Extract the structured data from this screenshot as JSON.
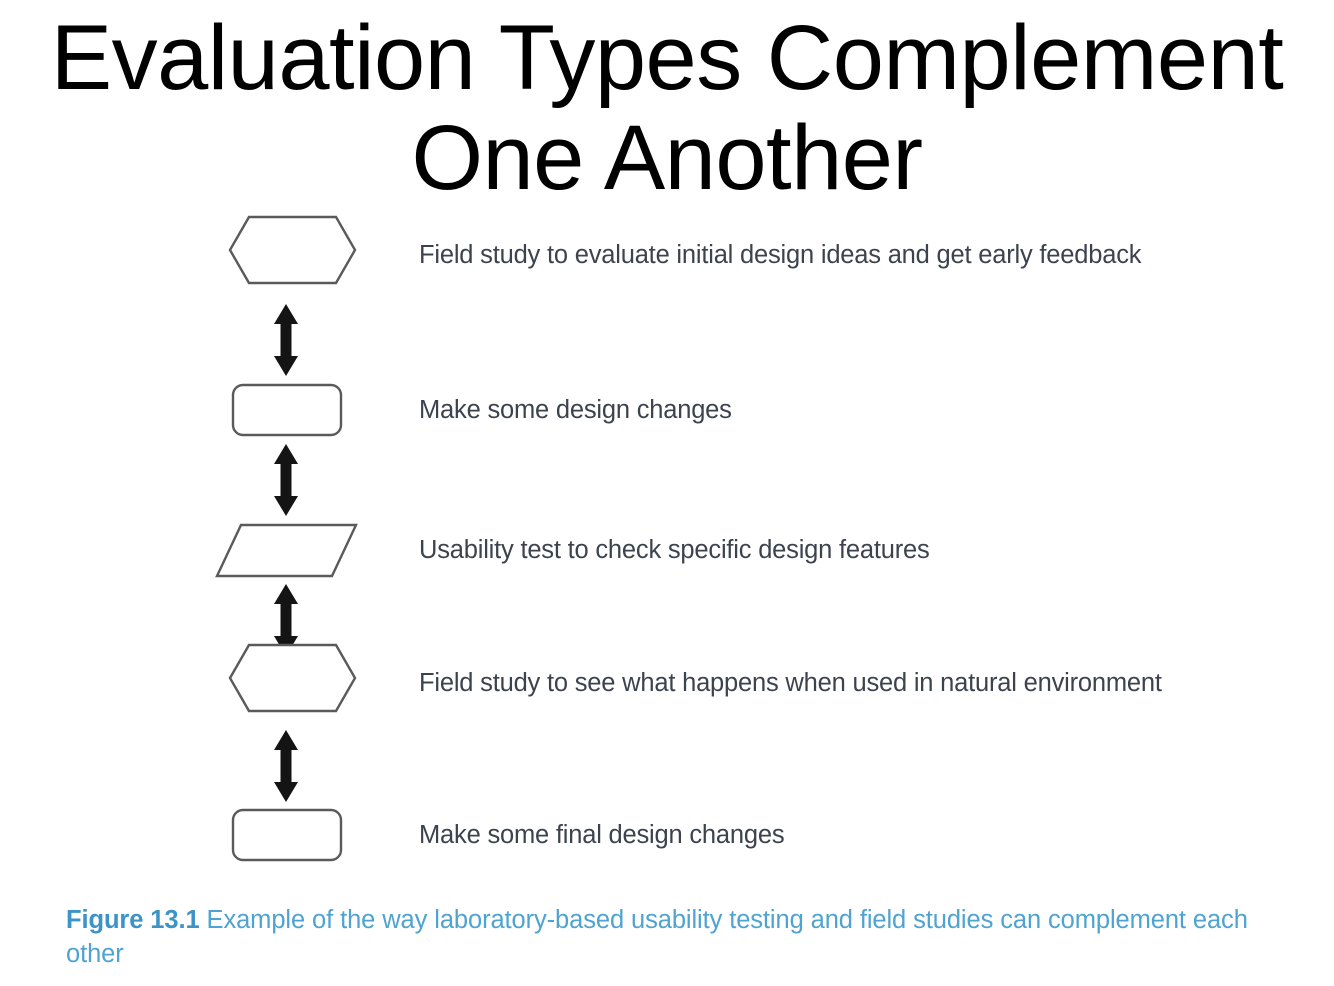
{
  "slide": {
    "title": "Evaluation Types Complement One Another",
    "title_color": "#000000",
    "background_color": "#ffffff"
  },
  "figure": {
    "shape_stroke_color": "#5a5a5a",
    "shape_fill_color": "#ffffff",
    "arrow_color": "#1a1a1a",
    "label_color": "#3d434e",
    "steps": [
      {
        "shape": "hexagon",
        "label": "Field study to evaluate initial design ideas and get early feedback"
      },
      {
        "shape": "rounded-rectangle",
        "label": "Make some design changes"
      },
      {
        "shape": "parallelogram",
        "label": "Usability test to check specific design features"
      },
      {
        "shape": "hexagon",
        "label": "Field study to see what happens when used in natural environment"
      },
      {
        "shape": "rounded-rectangle",
        "label": "Make some final design changes"
      }
    ],
    "connectors": [
      {
        "type": "double-headed-arrow"
      },
      {
        "type": "double-headed-arrow"
      },
      {
        "type": "double-headed-arrow"
      },
      {
        "type": "double-headed-arrow"
      }
    ]
  },
  "caption": {
    "number": "Figure 13.1",
    "text": "Example of the way laboratory-based usability testing and field studies can complement each other",
    "color": "#4fa3d1"
  }
}
